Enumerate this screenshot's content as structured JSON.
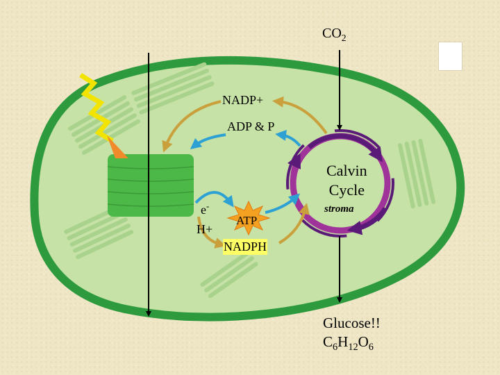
{
  "labels": {
    "co2_main": "CO",
    "co2_sub": "2",
    "nadp_plus": "NADP+",
    "adp_and_p": "ADP & P",
    "calvin_line1": "Calvin",
    "calvin_line2": "Cycle",
    "stroma": "stroma",
    "electron_main": "e",
    "electron_sup": "-",
    "hydrogen_ion": "H+",
    "atp": "ATP",
    "nadph": "NADPH",
    "glucose": "Glucose!!",
    "glucose_c": "C",
    "glucose_c_sub": "6",
    "glucose_h": "H",
    "glucose_h_sub": "12",
    "glucose_o": "O",
    "glucose_o_sub": "6"
  },
  "colors": {
    "chloroplast_outer": "#2e9a3e",
    "chloroplast_fill": "#c6e2a6",
    "grana": "#4cb848",
    "thylakoid_ghost": "#a9d28c",
    "cycle_outer": "#a0339a",
    "cycle_inner": "#5a1a78",
    "gold_arrow": "#c9a03c",
    "blue_arrow": "#2ea1d4",
    "light_zigzag": "#f2e400",
    "atp_burst": "#f4a020",
    "nadph_highlight": "#ffff66"
  }
}
